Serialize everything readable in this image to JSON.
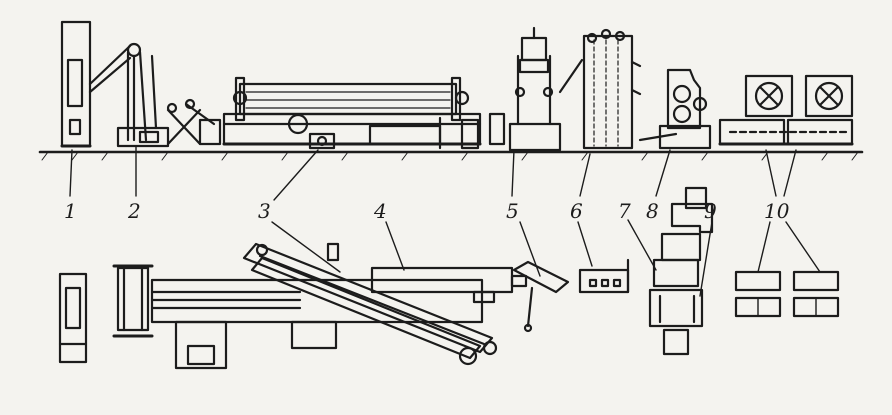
{
  "colors": {
    "ink": "#1c1c1c",
    "paper": "#f4f3ef"
  },
  "labels": [
    {
      "id": "1",
      "text": "1"
    },
    {
      "id": "2",
      "text": "2"
    },
    {
      "id": "3",
      "text": "3"
    },
    {
      "id": "4",
      "text": "4"
    },
    {
      "id": "5",
      "text": "5"
    },
    {
      "id": "6",
      "text": "6"
    },
    {
      "id": "7",
      "text": "7"
    },
    {
      "id": "8",
      "text": "8"
    },
    {
      "id": "9",
      "text": "9"
    },
    {
      "id": "10",
      "text": "10"
    }
  ]
}
